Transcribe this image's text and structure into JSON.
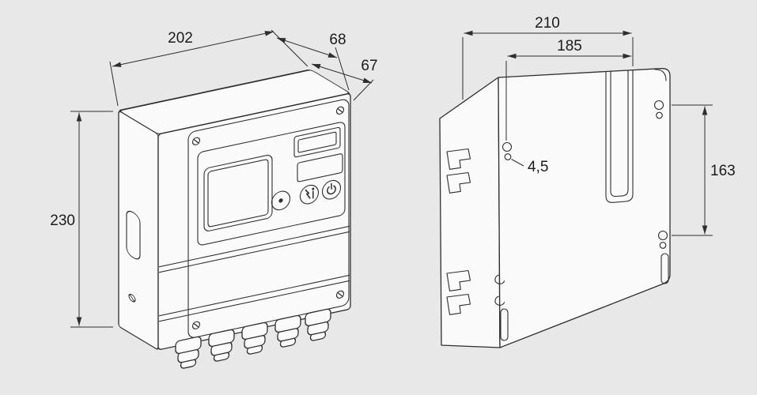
{
  "page": {
    "background_color": "#e8e8e8",
    "line_color": "#2e2e2e",
    "face_color": "#fafafa"
  },
  "views": {
    "front": {
      "dims": {
        "width": "202",
        "depth_outer": "68",
        "depth_housing": "67",
        "height": "230"
      },
      "icons": [
        "dot-button-icon",
        "reset-info-icon",
        "power-icon"
      ]
    },
    "rear": {
      "dims": {
        "overall_width": "210",
        "hole_spacing_horizontal": "185",
        "hole_spacing_vertical": "163",
        "hole_diameter": "4,5"
      },
      "icons": [
        "mounting-keyhole-icon",
        "hinge-clip-icon",
        "cable-slot-icon"
      ]
    }
  }
}
